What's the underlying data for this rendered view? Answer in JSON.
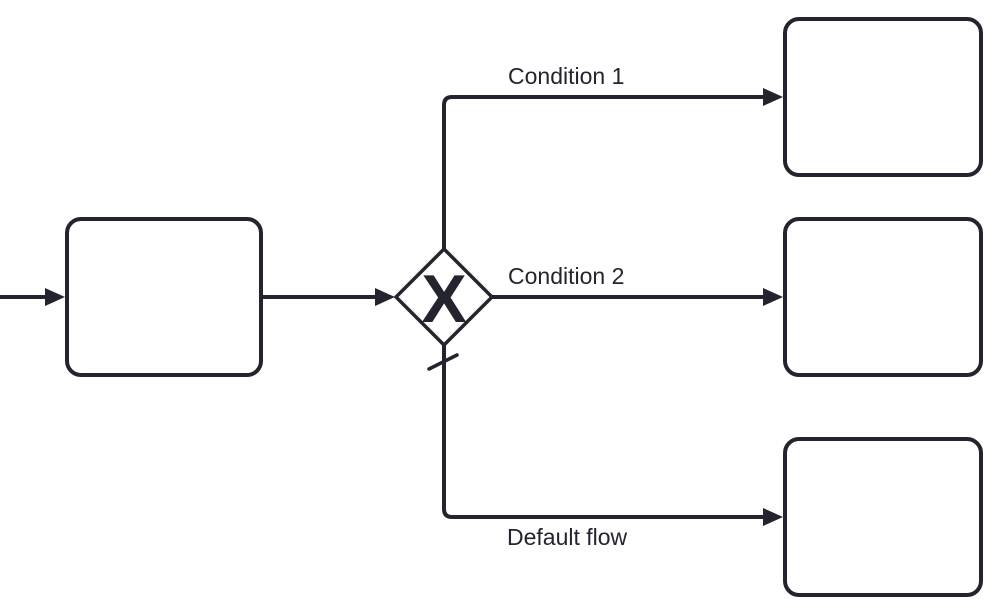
{
  "diagram": {
    "type": "bpmn-exclusive-gateway-branching",
    "colors": {
      "ink": "#23242e",
      "shape_fill": "#ffffff",
      "canvas": "#ffffff"
    },
    "gateway": {
      "marker": "X",
      "kind": "exclusive-gateway"
    },
    "flows": {
      "condition1": {
        "label": "Condition 1"
      },
      "condition2": {
        "label": "Condition 2"
      },
      "default": {
        "label": "Default flow"
      }
    },
    "tasks": {
      "source_label": "",
      "target1_label": "",
      "target2_label": "",
      "target3_label": ""
    }
  }
}
